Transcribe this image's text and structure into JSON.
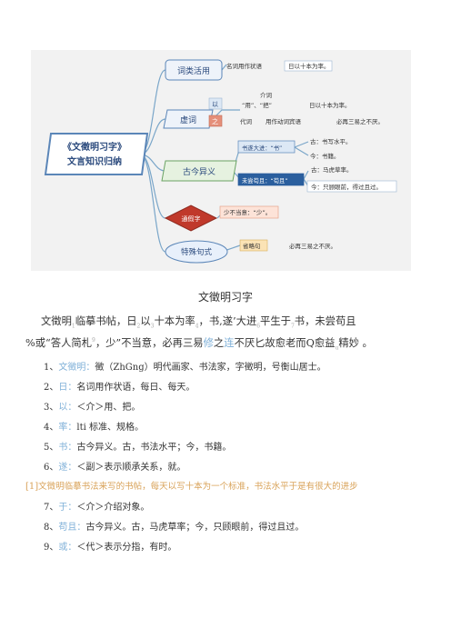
{
  "mindmap": {
    "center": {
      "line1": "《文徵明习字》",
      "line2": "文言知识归纳"
    },
    "branches": [
      {
        "label": "词类活用",
        "children": [
          {
            "node": "名词用作状语",
            "leaf": "日以十本为率。"
          }
        ]
      },
      {
        "label": "虚词",
        "children": [
          {
            "char": "以",
            "sub": "介词",
            "meanings": "“用”、“把”",
            "leaf": "日以十本为率。"
          },
          {
            "char": "之",
            "sub": "代词",
            "meanings": "用作动词宾语",
            "leaf": "必再三易之不厌。"
          }
        ]
      },
      {
        "label": "古今异义",
        "children": [
          {
            "node": "书遂大进：“书”",
            "leafs": [
              "古：书写水平。",
              "今：书籍。"
            ]
          },
          {
            "node": "未尝苟且：“苟且”",
            "leafs": [
              "古：马虎草率。",
              "今：只顾眼前，得过且过。"
            ]
          }
        ]
      },
      {
        "label": "通假字",
        "children": [
          {
            "node": "少不当意：“少”。"
          }
        ]
      },
      {
        "label": "特殊句式",
        "children": [
          {
            "node": "省略句",
            "leaf": "必再三易之不厌。"
          }
        ]
      }
    ]
  },
  "doc": {
    "title": "文徵明习字",
    "para1_a": "文徵明",
    "para1_b": "1",
    "para1_c": "临摹书帖，日",
    "para1_d": "2",
    "para1_e": "以",
    "para1_f": "3",
    "para1_g": "十本为率",
    "para1_h": "4",
    "para1_i": "，书,遂’大进",
    "para1_j": "6",
    "para1_k": "平生于",
    "para1_l": "7",
    "para1_m": "书，未尝苟且",
    "para2_a": "%或“答人简札",
    "para2_b": "9",
    "para2_c": "，少”不当意，必再三易",
    "para2_d": "修",
    "para2_e": "之",
    "para2_f": "连",
    "para2_g": "不厌匕故愈老而Q愈益",
    "para2_h": "u",
    "para2_i": "精妙",
    "para2_j": "。",
    "items": [
      {
        "num": "1、",
        "term": "文徵明：",
        "text": "徵（ZhGng）明代画家、书法家，字徵明，号衡山居士。"
      },
      {
        "num": "2、",
        "term": "日：",
        "text": "名词用作状语，每日、每天。"
      },
      {
        "num": "3、",
        "term": "以：",
        "text": "＜介＞用、把。"
      },
      {
        "num": "4、",
        "term": "率：",
        "text": "lti 标准、规格。"
      },
      {
        "num": "5、",
        "term": "书：",
        "text": "古今异义。古，书法水平；今，书籍。"
      },
      {
        "num": "6、",
        "term": "遂：",
        "text": "＜副＞表示顺承关系，就。"
      },
      {
        "note": true,
        "tag": "[1]",
        "text": "文徵明临摹书法来写的书帖，每天以写十本为一个标准，书法水平于是有很大的进步"
      },
      {
        "num": "7、",
        "term": "于：",
        "text": "＜介＞介绍对象。"
      },
      {
        "num": "8、",
        "term": "苟且：",
        "text": "古今异义。古，马虎草率；今，只顾眼前，得过且过。"
      },
      {
        "num": "9、",
        "term": "或：",
        "text": "＜代＞表示分指，有时。"
      }
    ]
  }
}
